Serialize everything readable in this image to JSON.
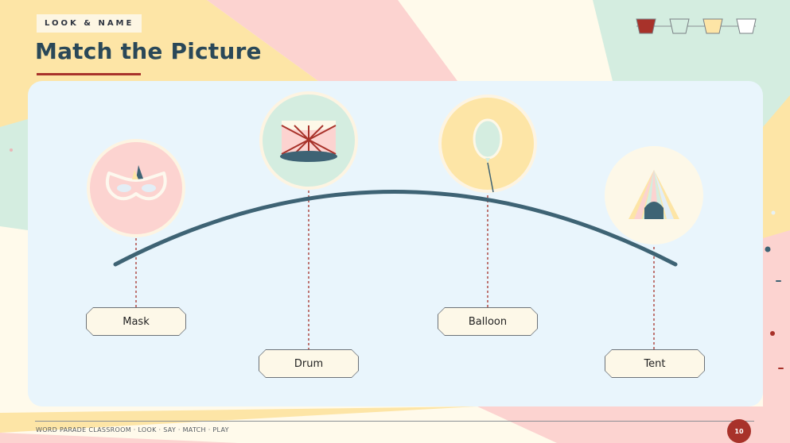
{
  "header": {
    "kicker": "LOOK & NAME",
    "title": "Match the Picture"
  },
  "progress": {
    "total_steps": 4,
    "current_step": 1,
    "colors": [
      "#a8322a",
      "#d4ede0",
      "#fde5a6",
      "#ffffff"
    ]
  },
  "items": [
    {
      "icon": "mask-icon",
      "label": "Mask"
    },
    {
      "icon": "drum-icon",
      "label": "Drum"
    },
    {
      "icon": "balloon-icon",
      "label": "Balloon"
    },
    {
      "icon": "tent-icon",
      "label": "Tent"
    }
  ],
  "footer": {
    "text": "WORD PARADE CLASSROOM · LOOK · SAY · MATCH · PLAY",
    "page_number": "10"
  },
  "colors": {
    "accent": "#a8322a",
    "arc": "#3e6374",
    "panel": "#e9f5fc",
    "pink": "#fcd3d0",
    "mint": "#d4ede0",
    "yellow": "#fde5a6",
    "cream": "#fdf8e8"
  }
}
